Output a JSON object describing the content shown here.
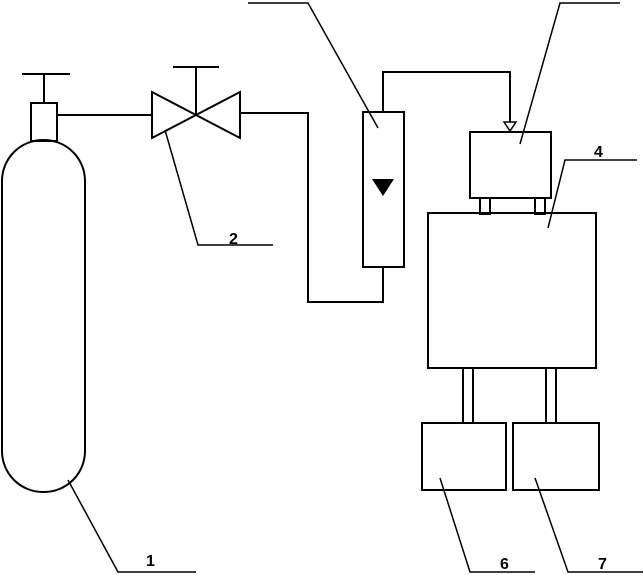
{
  "labels": {
    "cylinder": "1",
    "valve": "2",
    "box4": "4",
    "box6": "6",
    "box7": "7"
  }
}
